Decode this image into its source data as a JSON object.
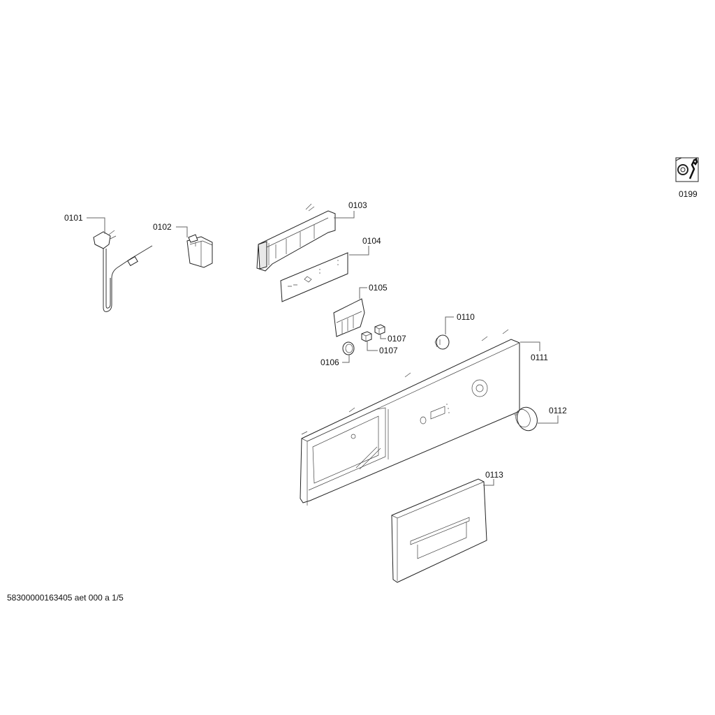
{
  "parts": [
    {
      "id": "0101",
      "name": "power-cord"
    },
    {
      "id": "0102",
      "name": "interference-filter"
    },
    {
      "id": "0103",
      "name": "module-housing"
    },
    {
      "id": "0104",
      "name": "control-module-board"
    },
    {
      "id": "0105",
      "name": "button-holder"
    },
    {
      "id": "0106",
      "name": "ring"
    },
    {
      "id": "0107",
      "name": "pushbutton-a"
    },
    {
      "id": "0107",
      "name": "pushbutton-b"
    },
    {
      "id": "0110",
      "name": "knob-adapter"
    },
    {
      "id": "0111",
      "name": "control-panel"
    },
    {
      "id": "0112",
      "name": "selector-knob"
    },
    {
      "id": "0113",
      "name": "dispenser-drawer-handle"
    }
  ],
  "service_icon": {
    "id": "0199",
    "icon": "service-wrench-icon"
  },
  "footer": "58300000163405 aet 000 a 1/5"
}
